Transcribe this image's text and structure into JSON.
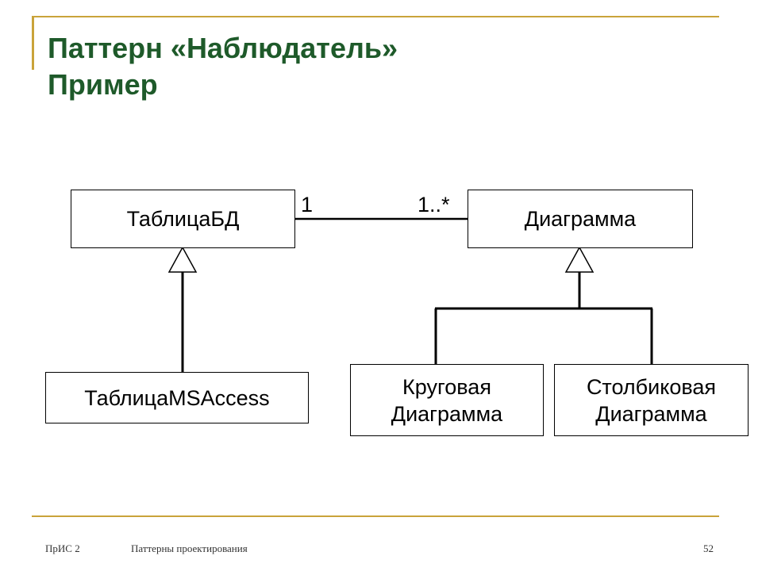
{
  "colors": {
    "accent": "#c9a33a",
    "title": "#1e5a2a",
    "footer_line": "#c9a33a"
  },
  "slide": {
    "title_line1": "Паттерн «Наблюдатель»",
    "title_line2": "Пример"
  },
  "diagram": {
    "nodes": {
      "table_db": "ТаблицаБД",
      "diagram": "Диаграмма",
      "table_ms_access": "ТаблицаMSAccess",
      "pie_line1": "Круговая",
      "pie_line2": "Диаграмма",
      "bar_line1": "Столбиковая",
      "bar_line2": "Диаграмма"
    },
    "association": {
      "multiplicity_left": "1",
      "multiplicity_right": "1..*"
    }
  },
  "footer": {
    "left": "ПрИС 2",
    "center": "Паттерны проектирования",
    "page_number": "52"
  }
}
